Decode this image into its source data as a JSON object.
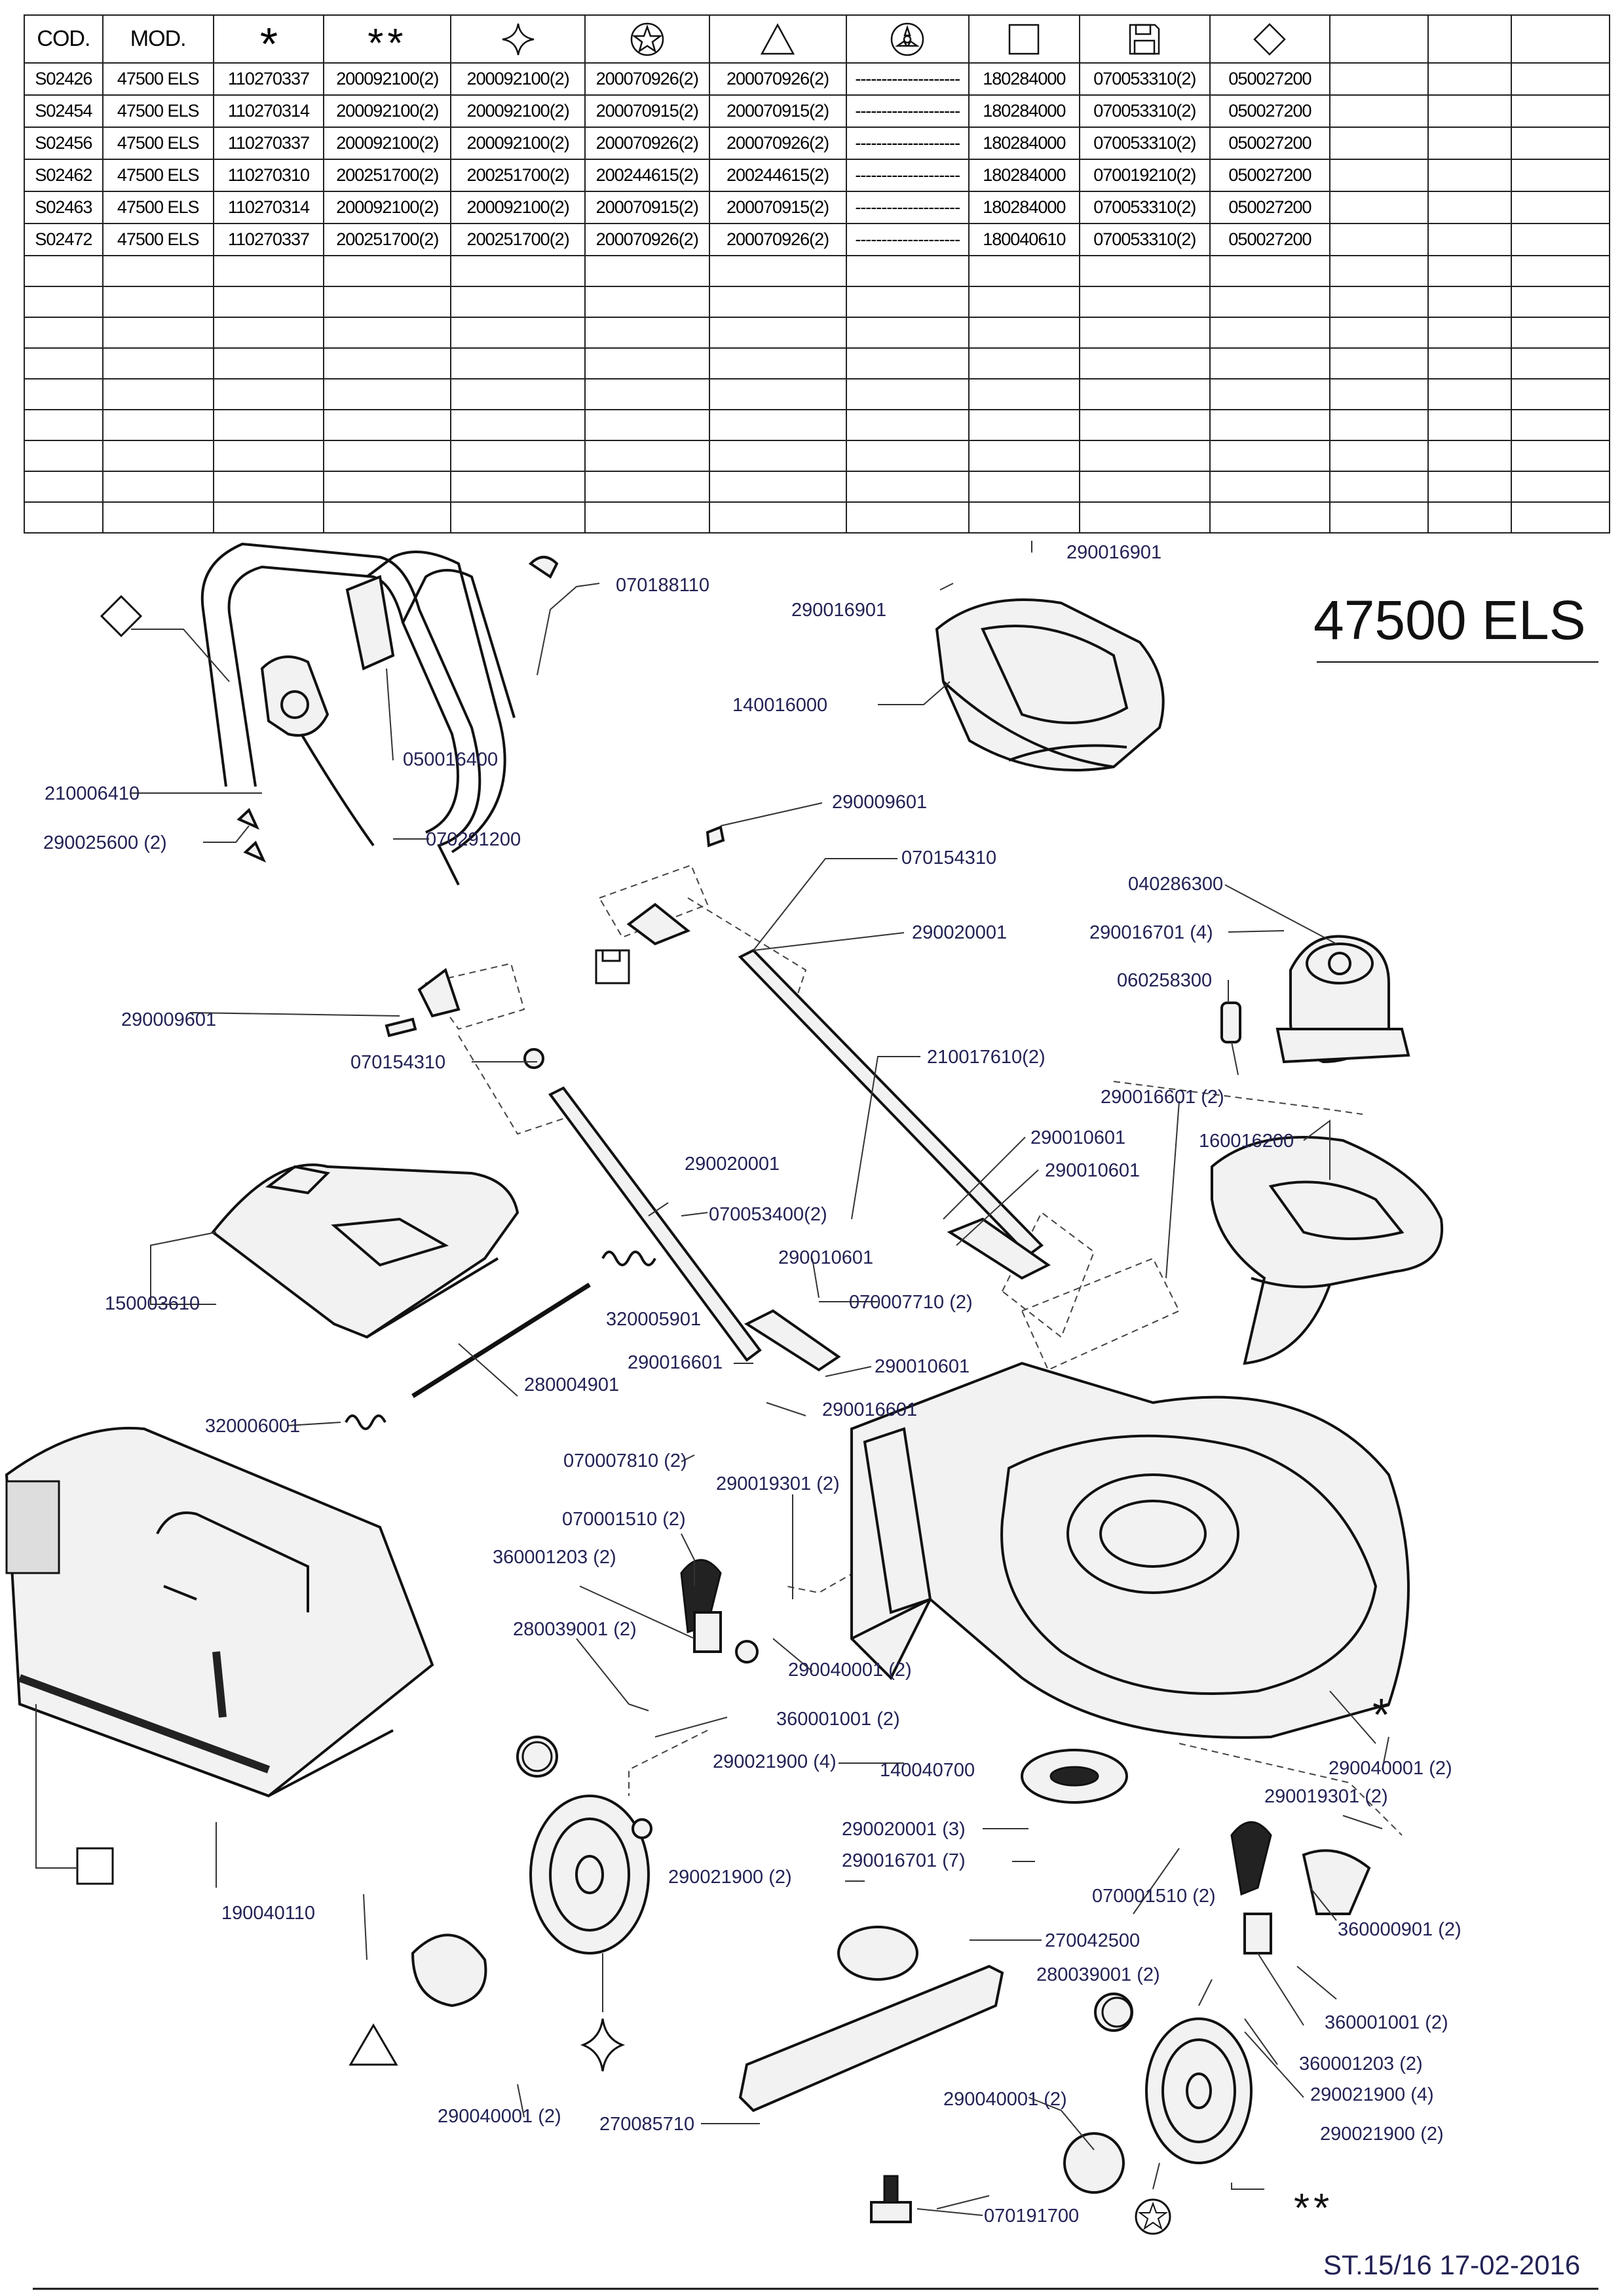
{
  "table": {
    "headers": [
      "COD.",
      "MOD.",
      "*",
      "**",
      "",
      "",
      "",
      "",
      "",
      "",
      ""
    ],
    "header_icons": [
      "",
      "",
      "",
      "",
      "four-point-star-icon",
      "star-in-circle-icon",
      "triangle-icon",
      "spinner-circle-icon",
      "square-icon",
      "floppy-disk-icon",
      "diamond-icon"
    ],
    "rows": [
      [
        "S02426",
        "47500 ELS",
        "110270337",
        "200092100(2)",
        "200092100(2)",
        "200070926(2)",
        "200070926(2)",
        "--------------------",
        "180284000",
        "070053310(2)",
        "050027200"
      ],
      [
        "S02454",
        "47500 ELS",
        "110270314",
        "200092100(2)",
        "200092100(2)",
        "200070915(2)",
        "200070915(2)",
        "--------------------",
        "180284000",
        "070053310(2)",
        "050027200"
      ],
      [
        "S02456",
        "47500 ELS",
        "110270337",
        "200092100(2)",
        "200092100(2)",
        "200070926(2)",
        "200070926(2)",
        "--------------------",
        "180284000",
        "070053310(2)",
        "050027200"
      ],
      [
        "S02462",
        "47500 ELS",
        "110270310",
        "200251700(2)",
        "200251700(2)",
        "200244615(2)",
        "200244615(2)",
        "--------------------",
        "180284000",
        "070019210(2)",
        "050027200"
      ],
      [
        "S02463",
        "47500 ELS",
        "110270314",
        "200092100(2)",
        "200092100(2)",
        "200070915(2)",
        "200070915(2)",
        "--------------------",
        "180284000",
        "070053310(2)",
        "050027200"
      ],
      [
        "S02472",
        "47500 ELS",
        "110270337",
        "200251700(2)",
        "200251700(2)",
        "200070926(2)",
        "200070926(2)",
        "--------------------",
        "180040610",
        "070053310(2)",
        "050027200"
      ]
    ]
  },
  "model_title": "47500  ELS",
  "footer": "ST.15/16  17-02-2016",
  "labels": {
    "l_290016901_top": "290016901",
    "l_290016901_left": "290016901",
    "l_070188110": "070188110",
    "l_140016000": "140016000",
    "l_050016400": "050016400",
    "l_210006410": "210006410",
    "l_290025600": "290025600 (2)",
    "l_070291200": "070291200",
    "l_290009601_a": "290009601",
    "l_070154310_a": "070154310",
    "l_290020001_a": "290020001",
    "l_040286300": "040286300",
    "l_290016701_4": "290016701 (4)",
    "l_060258300": "060258300",
    "l_290009601_b": "290009601",
    "l_070154310_b": "070154310",
    "l_210017610": "210017610(2)",
    "l_290016601_2": "290016601 (2)",
    "l_160016200": "160016200",
    "l_290010601_a": "290010601",
    "l_290010601_b": "290010601",
    "l_290020001_b": "290020001",
    "l_070053400": "070053400(2)",
    "l_150003610": "150003610",
    "l_290010601_c": "290010601",
    "l_320005901": "320005901",
    "l_070007710": "070007710 (2)",
    "l_290016601_a": "290016601",
    "l_290010601_d": "290010601",
    "l_280004901": "280004901",
    "l_290016601_b": "290016601",
    "l_320006001": "320006001",
    "l_070007810": "070007810 (2)",
    "l_290019301_a": "290019301 (2)",
    "l_070001510_a": "070001510 (2)",
    "l_360001203_a": "360001203 (2)",
    "l_280039001_a": "280039001 (2)",
    "l_290040001_a": "290040001 (2)",
    "l_360001001_a": "360001001 (2)",
    "l_290021900_4a": "290021900 (4)",
    "l_140040700": "140040700",
    "l_290040001_b": "290040001 (2)",
    "l_290019301_b": "290019301 (2)",
    "l_290020001_3": "290020001 (3)",
    "l_290016701_7": "290016701 (7)",
    "l_290021900_2a": "290021900 (2)",
    "l_070001510_b": "070001510 (2)",
    "l_360000901": "360000901 (2)",
    "l_190040110": "190040110",
    "l_270042500": "270042500",
    "l_280039001_b": "280039001 (2)",
    "l_360001001_b": "360001001 (2)",
    "l_360001203_b": "360001203 (2)",
    "l_290021900_4b": "290021900 (4)",
    "l_290040001_c": "290040001 (2)",
    "l_290040001_d": "290040001 (2)",
    "l_270085710": "270085710",
    "l_290021900_2b": "290021900 (2)",
    "l_070191700": "070191700"
  },
  "markers": {
    "star_single": "*",
    "star_double": "**"
  }
}
